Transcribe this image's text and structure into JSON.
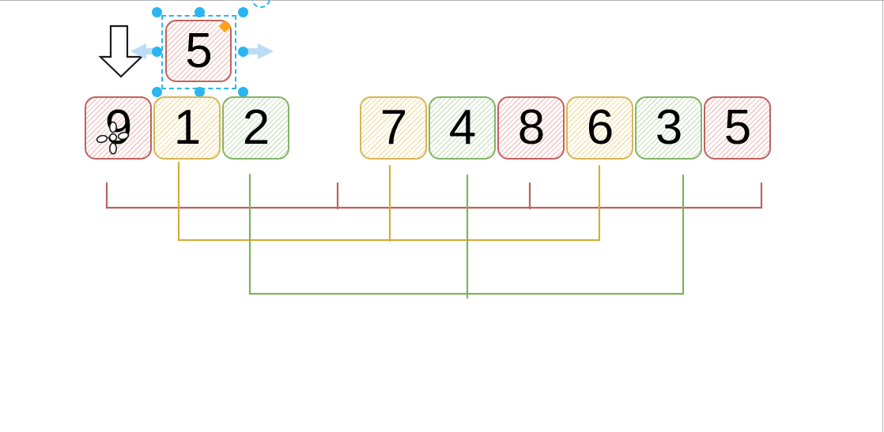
{
  "colors": {
    "red_border": "#c0625e",
    "red_hatch": "#f0c4c1",
    "yellow_border": "#d6b656",
    "yellow_hatch": "#f2dfa7",
    "green_border": "#82b366",
    "green_hatch": "#cbe2c1",
    "red_line": "#c0605c",
    "yellow_line": "#d4ad3a",
    "green_line": "#7fb25e",
    "handle_blue": "#29b6f2",
    "arrow_blue": "#bcdcf5",
    "diamond_orange": "#ffa216",
    "edge_gray": "#b3b3b3",
    "number_black": "#000000"
  },
  "floating_cell": {
    "value": "5",
    "group": "red"
  },
  "array_row": {
    "cells": [
      {
        "value": "9",
        "group": "red"
      },
      {
        "value": "1",
        "group": "yellow"
      },
      {
        "value": "2",
        "group": "green"
      },
      {
        "value": "",
        "group": "gap"
      },
      {
        "value": "7",
        "group": "yellow"
      },
      {
        "value": "4",
        "group": "green"
      },
      {
        "value": "8",
        "group": "red"
      },
      {
        "value": "6",
        "group": "yellow"
      },
      {
        "value": "3",
        "group": "green"
      },
      {
        "value": "5",
        "group": "red"
      }
    ]
  },
  "brackets": [
    {
      "group": "red",
      "cell_indices": [
        0,
        3,
        6,
        9
      ]
    },
    {
      "group": "yellow",
      "cell_indices": [
        1,
        4,
        7
      ]
    },
    {
      "group": "green",
      "cell_indices": [
        2,
        5,
        8
      ]
    }
  ]
}
